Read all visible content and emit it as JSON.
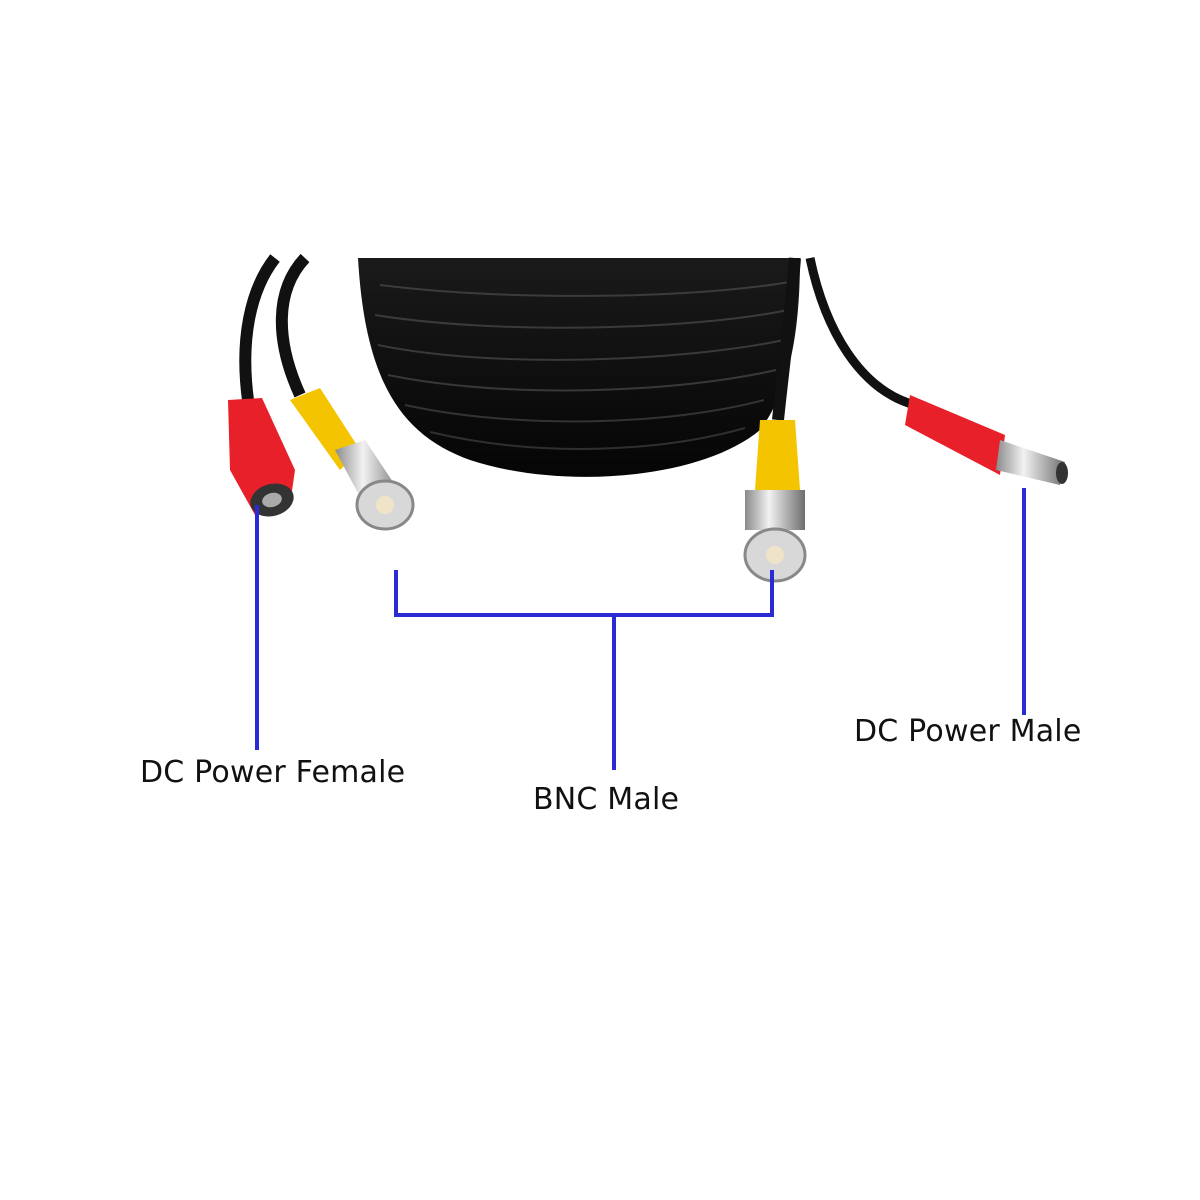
{
  "diagram": {
    "subject": "CCTV BNC video + DC power cable",
    "colors": {
      "leader_line": "#2b2bd6",
      "cable": "#111111",
      "dc_connector": "#e8202a",
      "bnc_boot": "#f5c400",
      "metal": "#c8c8c8",
      "background": "#ffffff",
      "text": "#111111"
    },
    "labels": [
      {
        "id": "dc-female",
        "text": "DC Power Female"
      },
      {
        "id": "bnc-male",
        "text": "BNC Male"
      },
      {
        "id": "dc-male",
        "text": "DC Power Male"
      }
    ]
  }
}
